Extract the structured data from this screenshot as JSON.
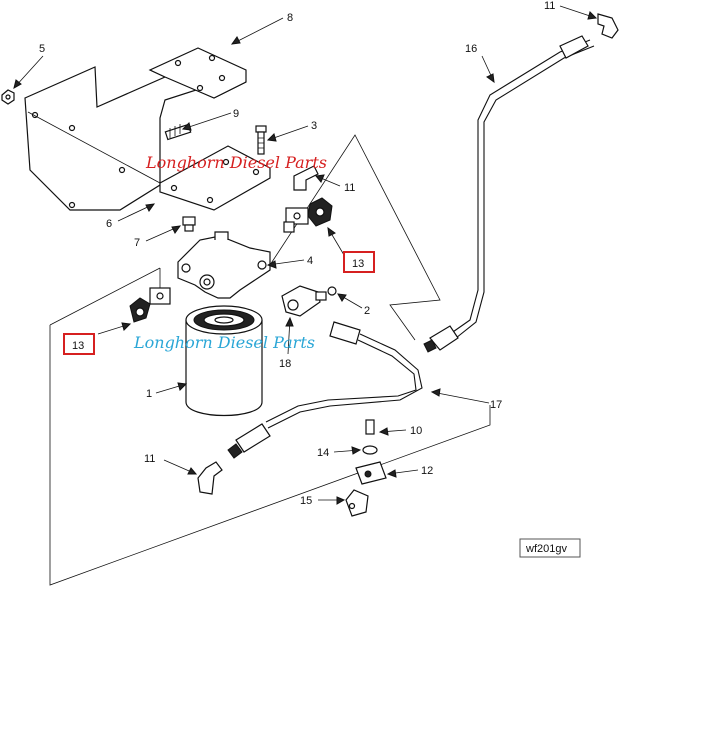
{
  "callouts": {
    "c1": "1",
    "c2": "2",
    "c3": "3",
    "c4": "4",
    "c5": "5",
    "c6": "6",
    "c7": "7",
    "c8": "8",
    "c9": "9",
    "c10": "10",
    "c11a": "11",
    "c11b": "11",
    "c11c": "11",
    "c12": "12",
    "c13a": "13",
    "c13b": "13",
    "c14": "14",
    "c15": "15",
    "c16": "16",
    "c17": "17",
    "c18": "18"
  },
  "watermarks": {
    "top": "Longhorn Diesel  Parts",
    "bottom": "Longhorn Diesel Parts"
  },
  "figure_tag": "wf201gv",
  "colors": {
    "highlight_box": "#d62020",
    "watermark_red": "#d62020",
    "watermark_blue": "#2aa6d6",
    "line": "#111111"
  }
}
